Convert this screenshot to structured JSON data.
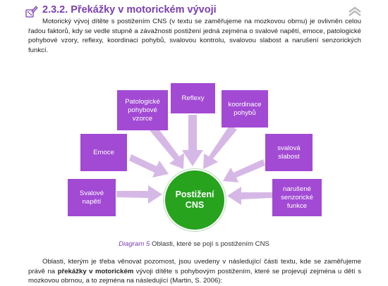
{
  "heading": {
    "title": "2.3.2. Překážky v motorickém vývoji",
    "icon": "pencil-dice-icon"
  },
  "nav": {
    "up_icon": "chevron-up-double-icon"
  },
  "intro": {
    "text": "Motorický vývoj dítěte s postižením CNS (v textu se zaměřujeme na mozkovou obrnu) je ovlivněn celou řadou faktorů, kdy se vedle stupně a závažnosti postižení jedná zejména o svalové napětí, emoce, patologické pohybové vzory, reflexy, koordinaci pohybů, svalovou kontrolu, svalovou slabost a narušení senzorických funkcí."
  },
  "diagram": {
    "center": {
      "line1": "Postižení",
      "line2": "CNS"
    },
    "boxes": {
      "patologicke": "Patologické pohybové vzorce",
      "reflexy": "Reflexy",
      "koordinace": "koordinace pohybů",
      "emoce": "Emoce",
      "slabost": "svalová slabost",
      "napeti": "Svalové napětí",
      "senzoricke": "narušené senzorické funkce"
    },
    "colors": {
      "box": "#a24ad3",
      "circle": "#27a31e",
      "arrow": "#d6b8e6"
    }
  },
  "caption": {
    "label": "Diagram 5",
    "text": " Oblasti, které se pojí s postižením CNS"
  },
  "body2": {
    "part1": "Oblasti, kterým je třeba věnovat pozornost, jsou uvedeny v následující části textu, kde se zaměřujeme právě na ",
    "bold": "překážky v motorickém",
    "part2": " vývoji dítěte s pohybovým postižením, které se projevují zejména u dětí s mozkovou obrnou, a to zejména na následující (Martin, S. 2006):"
  }
}
